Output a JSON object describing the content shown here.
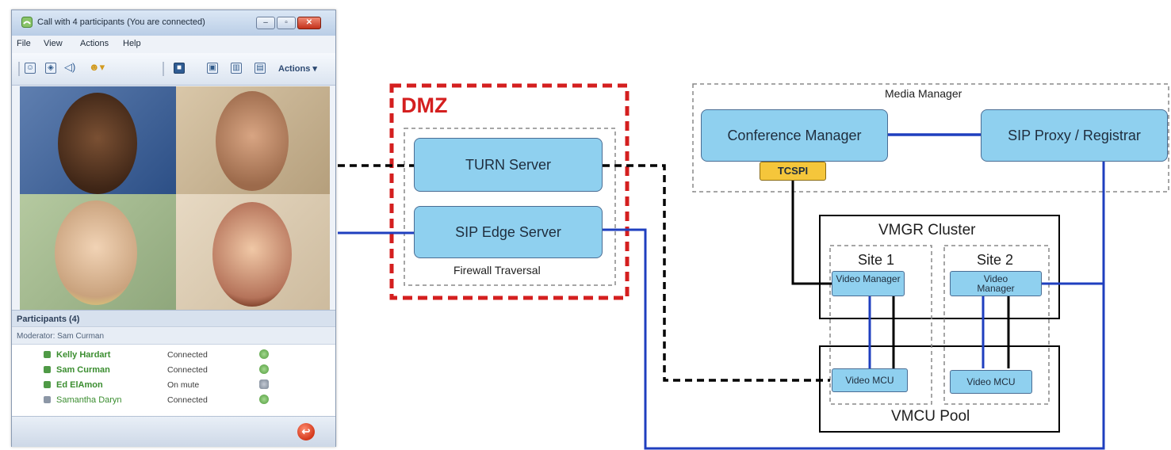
{
  "window": {
    "title": "Call with 4 participants (You are connected)",
    "min_glyph": "–",
    "max_glyph": "▫",
    "close_glyph": "✕",
    "menu": [
      "File",
      "View",
      "Actions",
      "Help"
    ],
    "toolbar_icons": [
      "contacts-icon",
      "share-icon",
      "speaker-icon",
      "participants-icon",
      "camera-icon",
      "layout-single-icon",
      "layout-grid-icon",
      "layout-window-icon"
    ],
    "actions_label": "Actions ▾",
    "participants_header": "Participants (4)",
    "moderator": "Moderator: Sam Curman",
    "participants": [
      {
        "name": "Kelly Hardart",
        "status": "Connected",
        "style": "bold"
      },
      {
        "name": "Sam Curman",
        "status": "Connected",
        "style": "bold"
      },
      {
        "name": "Ed ElAmon",
        "status": "On mute",
        "style": "bold"
      },
      {
        "name": "Samantha Daryn",
        "status": "Connected",
        "style": "plain"
      }
    ],
    "hangup_glyph": "↩"
  },
  "diagram": {
    "dmz_label": "DMZ",
    "turn_server": "TURN Server",
    "sip_edge_server": "SIP Edge Server",
    "firewall_traversal": "Firewall Traversal",
    "media_manager": "Media Manager",
    "conference_manager": "Conference Manager",
    "sip_proxy": "SIP Proxy / Registrar",
    "tcspi": "TCSPI",
    "vmgr_cluster": "VMGR Cluster",
    "site1": "Site 1",
    "site2": "Site 2",
    "video_manager_1": "Video Manager",
    "video_manager_2": "Video Manager",
    "video_mcu_1": "Video MCU",
    "video_mcu_2": "Video MCU",
    "vmcu_pool": "VMCU Pool",
    "colors": {
      "node_fill": "#8fd0ef",
      "dmz_red": "#d41f1f",
      "sip_blue": "#1f3fbf",
      "tcspi_yellow": "#f5c63b"
    }
  }
}
